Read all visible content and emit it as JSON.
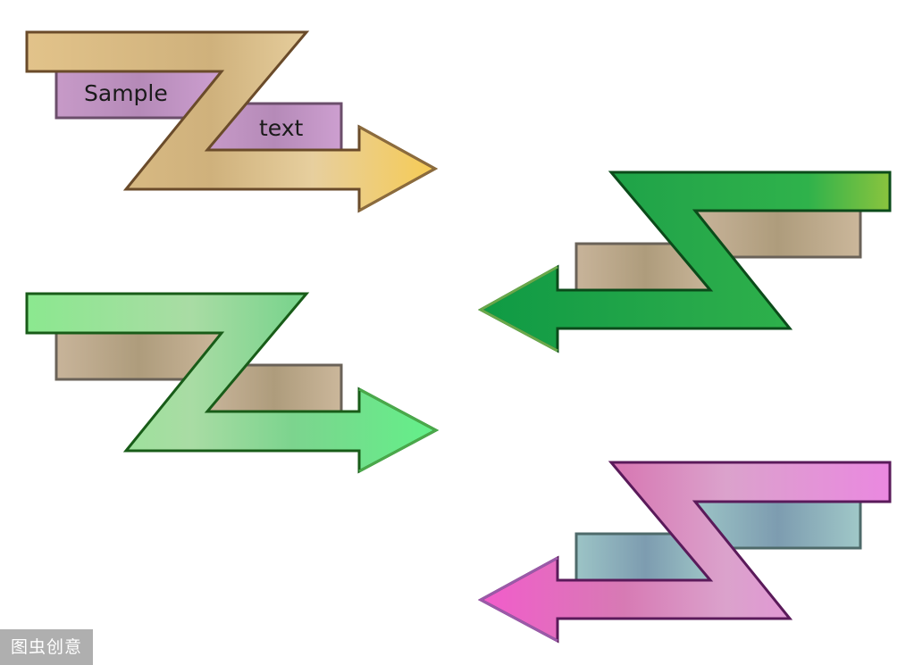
{
  "graphics": [
    {
      "id": "orange-z-arrow",
      "direction": "right",
      "colors": {
        "band_stroke": "#6a4b2a",
        "band_fill_start": "#e7c98f",
        "band_fill_end": "#f4c95a",
        "arrow_stroke": "#8b6b3d",
        "box_fill": "#c696c6",
        "box_stroke": "#6b4e6b"
      },
      "box_labels": [
        "Sample",
        "text"
      ]
    },
    {
      "id": "light-green-z-arrow",
      "direction": "right",
      "colors": {
        "band_stroke": "#185c18",
        "band_fill_start": "#8fe08f",
        "band_fill_end": "#66ee88",
        "arrow_stroke": "#4aa84a",
        "box_fill": "#c2ad8c",
        "box_stroke": "#6a6258"
      }
    },
    {
      "id": "dark-green-z-arrow",
      "direction": "left",
      "colors": {
        "band_stroke": "#0b4b1a",
        "band_fill_start": "#0f9a44",
        "band_fill_end": "#8cc63e",
        "arrow_stroke": "#6aa84a",
        "box_fill": "#c2ad8c",
        "box_stroke": "#6a6258"
      }
    },
    {
      "id": "pink-z-arrow",
      "direction": "left",
      "colors": {
        "band_stroke": "#5a1a5a",
        "band_fill_start": "#f062c8",
        "band_fill_end": "#e890e0",
        "arrow_stroke": "#9a5aa8",
        "box_fill": "#8fb4b8",
        "box_stroke": "#4e6a6a"
      }
    }
  ],
  "watermark": "图虫创意"
}
